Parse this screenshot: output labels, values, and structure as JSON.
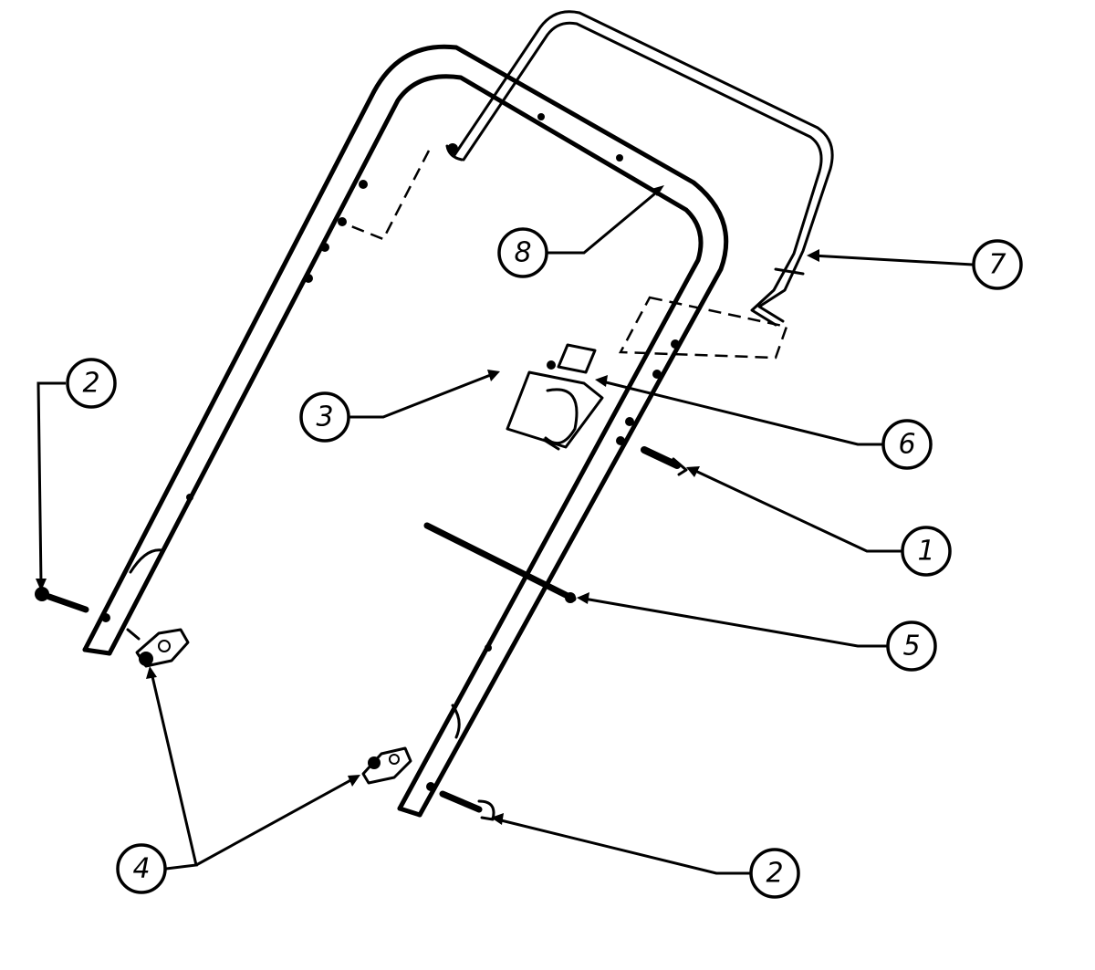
{
  "callouts": {
    "c1": "1",
    "c2_left": "2",
    "c2_right": "2",
    "c3": "3",
    "c4": "4",
    "c5": "5",
    "c6": "6",
    "c7": "7",
    "c8": "8"
  }
}
